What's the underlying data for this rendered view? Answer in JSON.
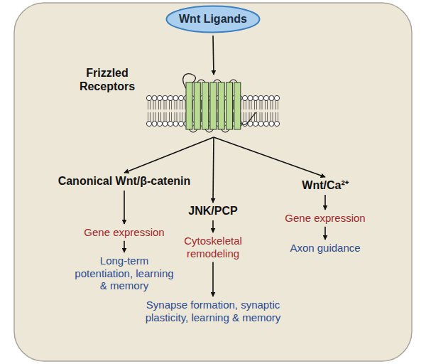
{
  "diagram": {
    "nodes": [
      {
        "text": [
          "Wnt Ligands"
        ]
      },
      {
        "text": [
          "Frizzled Receptors"
        ]
      },
      {
        "text": [
          "Canonical Wnt/β-catenin"
        ]
      },
      {
        "text": [
          "JNK/PCP"
        ]
      },
      {
        "text": [
          "Wnt/Ca²⁺"
        ]
      },
      {
        "text": [
          "Gene expression"
        ]
      },
      {
        "text": [
          "Long-term potentiation, learning & memory"
        ]
      },
      {
        "text": [
          "Cytoskeletal remodeling"
        ]
      },
      {
        "text": [
          "Synapse formation, synaptic plasticity, learning & memory"
        ]
      },
      {
        "text": [
          "Gene expression"
        ]
      },
      {
        "text": [
          "Axon guidance"
        ]
      }
    ],
    "edges": [
      {
        "from": 0,
        "to": 1,
        "arrow": "to"
      },
      {
        "from": 1,
        "to": 2,
        "arrow": "to"
      },
      {
        "from": 1,
        "to": 3,
        "arrow": "to"
      },
      {
        "from": 1,
        "to": 4,
        "arrow": "to"
      },
      {
        "from": 2,
        "to": 5,
        "arrow": "to"
      },
      {
        "from": 5,
        "to": 6,
        "arrow": "to"
      },
      {
        "from": 3,
        "to": 7,
        "arrow": "to"
      },
      {
        "from": 7,
        "to": 8,
        "arrow": "to"
      },
      {
        "from": 4,
        "to": 9,
        "arrow": "to"
      },
      {
        "from": 9,
        "to": 10,
        "arrow": "to"
      }
    ]
  }
}
